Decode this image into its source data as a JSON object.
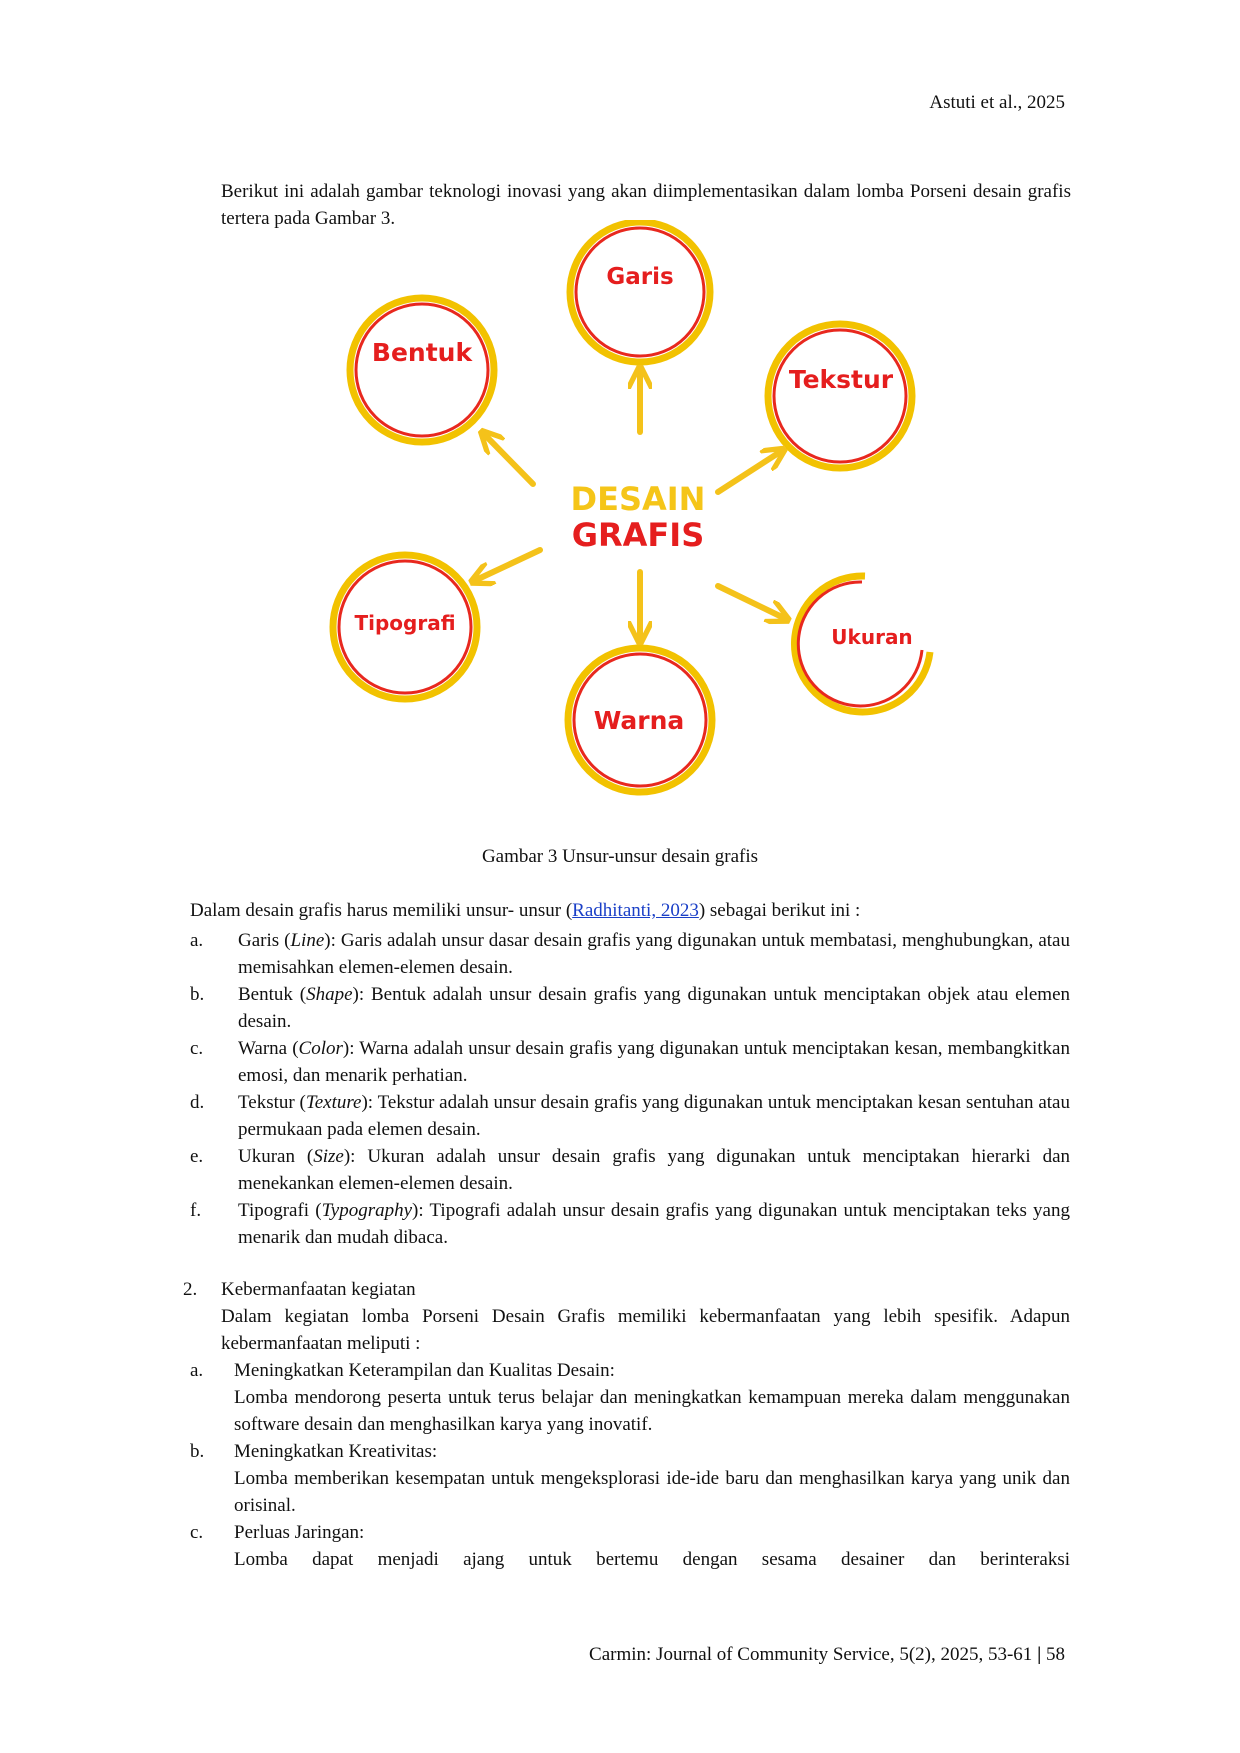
{
  "header": {
    "right": "Astuti et al., 2025"
  },
  "intro": "Berikut ini adalah gambar teknologi inovasi yang akan diimplementasikan dalam lomba Porseni desain grafis tertera pada Gambar 3.",
  "diagram": {
    "center_line1": "DESAIN",
    "center_line2": "GRAFIS",
    "nodes": {
      "garis": "Garis",
      "bentuk": "Bentuk",
      "tekstur": "Tekstur",
      "tipografi": "Tipografi",
      "warna": "Warna",
      "ukuran": "Ukuran"
    },
    "colors": {
      "ring_outer": "#f2c200",
      "ring_inner": "#e8281e",
      "arrow": "#f4c21a",
      "label": "#e51e1e",
      "center_top": "#f5c518",
      "center_bottom": "#e51e1e"
    }
  },
  "caption": "Gambar 3 Unsur-unsur desain grafis",
  "elements_intro": {
    "before": "Dalam desain grafis harus memiliki unsur- unsur (",
    "link": "Radhitanti, 2023",
    "after": ") sebagai berikut ini :"
  },
  "elements": [
    {
      "marker": "a.",
      "term": "Garis (",
      "term_en": "Line",
      "desc": "): Garis adalah unsur dasar desain grafis yang digunakan untuk membatasi, menghubungkan, atau memisahkan elemen-elemen desain."
    },
    {
      "marker": "b.",
      "term": "Bentuk (",
      "term_en": "Shape",
      "desc": "): Bentuk adalah unsur desain grafis yang digunakan untuk menciptakan objek atau elemen desain."
    },
    {
      "marker": "c.",
      "term": "Warna (",
      "term_en": "Color",
      "desc": "): Warna adalah unsur desain grafis yang digunakan untuk menciptakan kesan, membangkitkan emosi, dan menarik perhatian."
    },
    {
      "marker": "d.",
      "term": "Tekstur (",
      "term_en": "Texture",
      "desc": "): Tekstur adalah unsur desain grafis yang digunakan untuk menciptakan kesan sentuhan atau permukaan pada elemen desain."
    },
    {
      "marker": "e.",
      "term": "Ukuran (",
      "term_en": "Size",
      "desc": "): Ukuran adalah unsur desain grafis yang digunakan untuk menciptakan hierarki dan menekankan elemen-elemen desain."
    },
    {
      "marker": "f.",
      "term": "Tipografi (",
      "term_en": "Typography",
      "desc": "): Tipografi adalah unsur desain grafis yang digunakan untuk menciptakan teks yang menarik dan mudah dibaca."
    }
  ],
  "section2": {
    "number": "2.",
    "title": "Kebermanfaatan kegiatan",
    "intro": "Dalam kegiatan lomba Porseni Desain Grafis memiliki kebermanfaatan yang lebih spesifik. Adapun kebermanfaatan meliputi :",
    "items": [
      {
        "marker": "a.",
        "title": "Meningkatkan Keterampilan dan Kualitas Desain:",
        "desc": "Lomba mendorong peserta untuk terus belajar dan meningkatkan kemampuan mereka dalam menggunakan software desain dan menghasilkan karya yang inovatif."
      },
      {
        "marker": "b.",
        "title": "Meningkatkan Kreativitas:",
        "desc": "Lomba memberikan kesempatan untuk mengeksplorasi ide-ide baru dan menghasilkan karya yang unik dan orisinal."
      },
      {
        "marker": "c.",
        "title": "Perluas Jaringan:",
        "desc": "Lomba dapat menjadi ajang untuk bertemu dengan sesama desainer dan berinteraksi"
      }
    ]
  },
  "footer": {
    "citation": "Carmin: Journal of Community Service, 5(2), 2025, 53-61",
    "separator": "|",
    "page": "58"
  }
}
